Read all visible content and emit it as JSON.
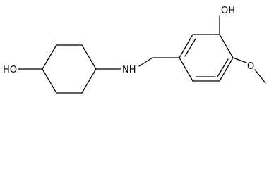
{
  "molecule": {
    "atom_labels": {
      "ring_hydroxyl": "HO",
      "amine": "NH",
      "aryl_hydroxyl": "OH",
      "methoxy_oxygen": "O"
    }
  },
  "colors": {
    "bond": "#000000",
    "text": "#000000",
    "background": "#ffffff"
  }
}
